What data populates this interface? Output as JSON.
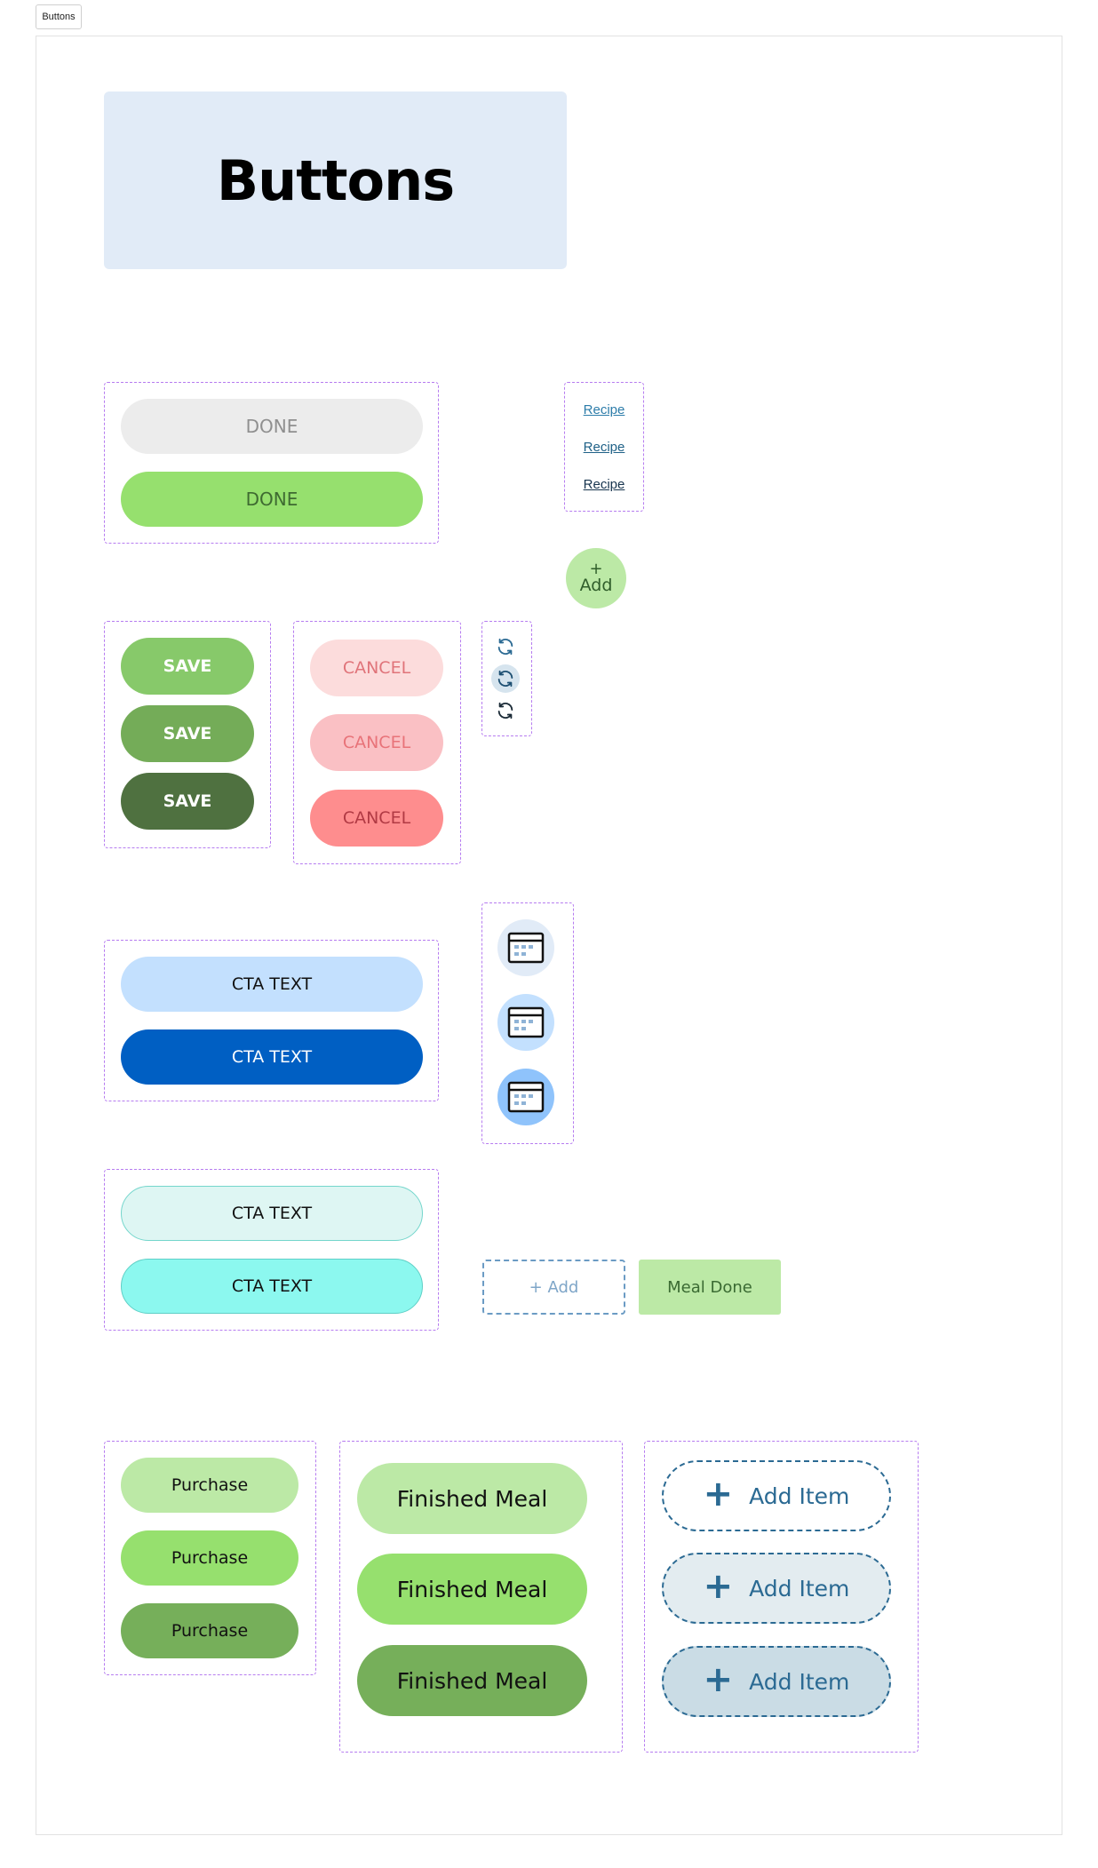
{
  "page_tab": "Buttons",
  "hero": {
    "title": "Buttons"
  },
  "done_group": {
    "buttons": [
      "DONE",
      "DONE"
    ]
  },
  "recipe_links": [
    "Recipe",
    "Recipe",
    "Recipe"
  ],
  "add_circle": {
    "plus": "+",
    "label": "Add"
  },
  "save_group": {
    "buttons": [
      "SAVE",
      "SAVE",
      "SAVE"
    ]
  },
  "cancel_group": {
    "buttons": [
      "CANCEL",
      "CANCEL",
      "CANCEL"
    ]
  },
  "sync_icons": [
    "sync-icon",
    "sync-icon",
    "sync-icon"
  ],
  "cta_blue": {
    "buttons": [
      "CTA TEXT",
      "CTA TEXT"
    ]
  },
  "calendar_icons": [
    "calendar-icon",
    "calendar-icon",
    "calendar-icon"
  ],
  "cta_teal": {
    "buttons": [
      "CTA TEXT",
      "CTA TEXT"
    ]
  },
  "dashed_add": {
    "label": "+ Add"
  },
  "meal_done": {
    "label": "Meal Done"
  },
  "purchase_group": {
    "buttons": [
      "Purchase",
      "Purchase",
      "Purchase"
    ]
  },
  "finished_group": {
    "buttons": [
      "Finished Meal",
      "Finished Meal",
      "Finished Meal"
    ]
  },
  "add_item_group": {
    "plus": "+",
    "buttons": [
      "Add Item",
      "Add Item",
      "Add Item"
    ]
  },
  "colors": {
    "hero_bg": "#e1ebf7",
    "group_border": "#b67cf0",
    "done_gray": "#ececec",
    "done_green": "#96e06e",
    "save": [
      "#87c96a",
      "#74ac58",
      "#4f7140"
    ],
    "cancel": [
      "#fcdcdc",
      "#fac0c4",
      "#fe8d8e"
    ],
    "cta_blue": [
      "#c3e0fe",
      "#005fc3"
    ],
    "cta_teal": [
      "#def6f3",
      "#8cf8ef"
    ],
    "purchase": [
      "#bce9a6",
      "#96e06e",
      "#76af5a"
    ],
    "add_item": [
      "#ffffff",
      "#e3ecf0",
      "#cadce5"
    ]
  }
}
